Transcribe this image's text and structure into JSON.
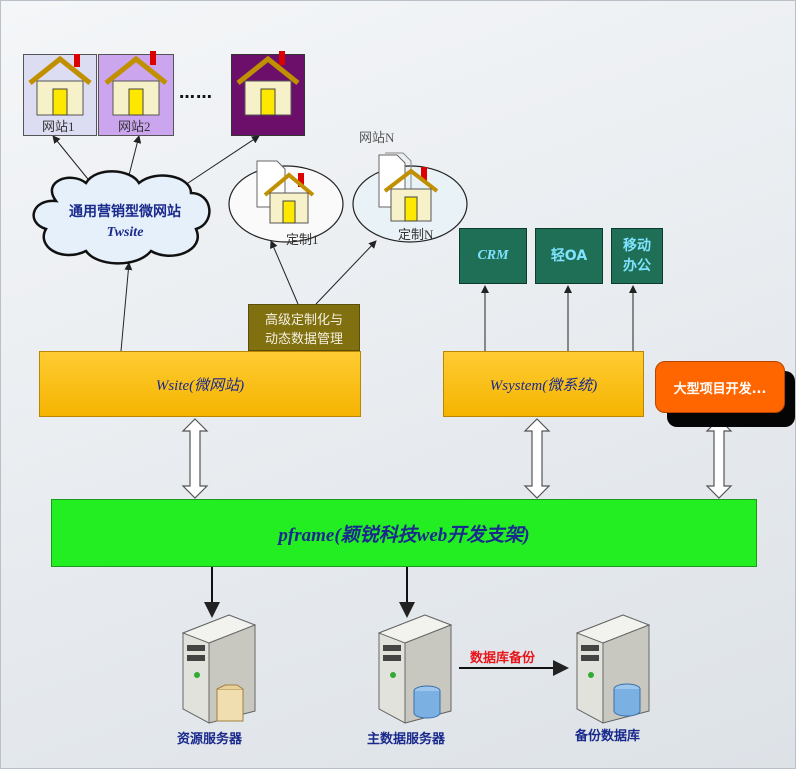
{
  "sites": [
    {
      "label": "网站1",
      "bg": "#dcdcf2"
    },
    {
      "label": "网站2",
      "bg": "#cba6ef"
    },
    {
      "label": "",
      "bg": "#6b0f6b"
    }
  ],
  "dots": "……",
  "twsite": {
    "line1": "通用营销型微网站",
    "line2": "Twsite"
  },
  "custom": [
    {
      "label": "定制1"
    },
    {
      "label": "定制N",
      "top_label": "网站N"
    }
  ],
  "advanced": {
    "line1": "高级定制化与",
    "line2": "动态数据管理",
    "bg": "#807010"
  },
  "modules": [
    {
      "label": "CRM"
    },
    {
      "label": "轻OA"
    },
    {
      "label": "移动\n办公"
    }
  ],
  "wsite": {
    "label": "Wsite(微网站)"
  },
  "wsystem": {
    "label": "Wsystem(微系统)"
  },
  "big_project": {
    "label": "大型项目开发...",
    "color": "#ff6600"
  },
  "pframe": {
    "label": "pframe(颖锐科技web开发支架)",
    "color": "#22ee22"
  },
  "servers": [
    {
      "label": "资源服务器"
    },
    {
      "label": "主数据服务器"
    },
    {
      "label": "备份数据库"
    }
  ],
  "backup_arrow_label": "数据库备份"
}
